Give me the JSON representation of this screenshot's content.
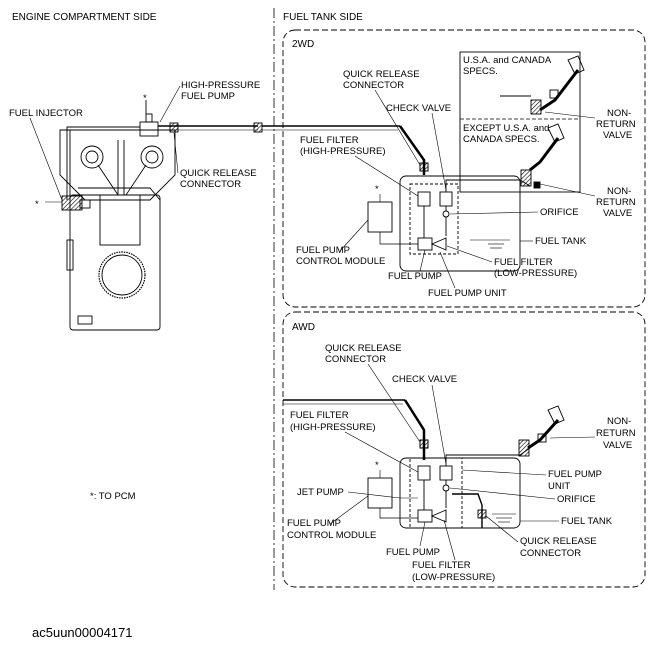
{
  "headers": {
    "engine_side": "ENGINE COMPARTMENT SIDE",
    "tank_side": "FUEL TANK SIDE"
  },
  "panels": {
    "twd": "2WD",
    "awd": "AWD"
  },
  "engine_labels": {
    "fuel_injector": "FUEL INJECTOR",
    "hp_pump_1": "HIGH-PRESSURE",
    "hp_pump_2": "FUEL PUMP",
    "qrc_1": "QUICK RELEASE",
    "qrc_2": "CONNECTOR",
    "asterisk": "*"
  },
  "twd_labels": {
    "qrc_1": "QUICK RELEASE",
    "qrc_2": "CONNECTOR",
    "check_valve": "CHECK VALVE",
    "ff_hp_1": "FUEL FILTER",
    "ff_hp_2": "(HIGH-PRESSURE)",
    "usa_1": "U.S.A. and CANADA",
    "usa_2": "SPECS.",
    "except_1": "EXCEPT U.S.A. and",
    "except_2": "CANADA SPECS.",
    "nrv_a_1": "NON-",
    "nrv_a_2": "RETURN",
    "nrv_a_3": "VALVE",
    "nrv_b_1": "NON-",
    "nrv_b_2": "RETURN",
    "nrv_b_3": "VALVE",
    "orifice": "ORIFICE",
    "fuel_tank": "FUEL TANK",
    "fpcm_1": "FUEL PUMP",
    "fpcm_2": "CONTROL MODULE",
    "fuel_pump": "FUEL PUMP",
    "ff_lp_1": "FUEL FILTER",
    "ff_lp_2": "(LOW-PRESSURE)",
    "fpu": "FUEL PUMP UNIT",
    "asterisk": "*"
  },
  "awd_labels": {
    "qrc_1": "QUICK RELEASE",
    "qrc_2": "CONNECTOR",
    "check_valve": "CHECK VALVE",
    "ff_hp_1": "FUEL FILTER",
    "ff_hp_2": "(HIGH-PRESSURE)",
    "nrv_1": "NON-",
    "nrv_2": "RETURN",
    "nrv_3": "VALVE",
    "fpu_1": "FUEL PUMP",
    "fpu_2": "UNIT",
    "jet_pump": "JET PUMP",
    "orifice": "ORIFICE",
    "fuel_tank": "FUEL TANK",
    "fpcm_1": "FUEL PUMP",
    "fpcm_2": "CONTROL MODULE",
    "fuel_pump": "FUEL PUMP",
    "ff_lp_1": "FUEL FILTER",
    "ff_lp_2": "(LOW-PRESSURE)",
    "qrc_b_1": "QUICK RELEASE",
    "qrc_b_2": "CONNECTOR",
    "asterisk": "*"
  },
  "legend": "*: TO PCM",
  "figure_code": "ac5uun00004171"
}
